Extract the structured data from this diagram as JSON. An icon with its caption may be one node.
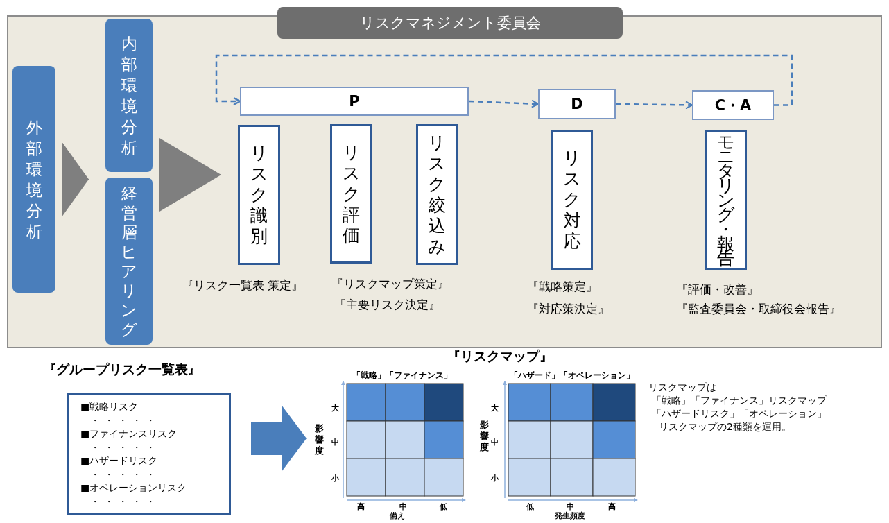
{
  "diagram": {
    "nodes": [
      {
        "text": [
          "リスクマネジメント委員会"
        ]
      },
      {
        "text": [
          "外部環境分析"
        ]
      },
      {
        "text": [
          "内部環境分析"
        ]
      },
      {
        "text": [
          "経営層ヒアリング"
        ]
      },
      {
        "text": [
          "P"
        ]
      },
      {
        "text": [
          "D"
        ]
      },
      {
        "text": [
          "C・A"
        ]
      },
      {
        "text": [
          "リスク識別"
        ]
      },
      {
        "text": [
          "リスク評価"
        ]
      },
      {
        "text": [
          "リスク絞込み"
        ]
      },
      {
        "text": [
          "リスク対応"
        ]
      },
      {
        "text": [
          "モニタリング・報告"
        ]
      },
      {
        "text": [
          "『グループリスク一覧表』",
          "■戦略リスク",
          "・・・・・",
          "■ファイナンスリスク",
          "・・・・・",
          "■ハザードリスク",
          "・・・・・",
          "■オペレーションリスク",
          "・・・・・"
        ]
      },
      {
        "text": [
          "「戦略」「ファイナンス」"
        ],
        "beside": [
          "大",
          "影響度",
          "中",
          "小",
          "高",
          "中",
          "低",
          "備え"
        ]
      },
      {
        "text": [
          "「ハザード」「オペレーション」"
        ],
        "beside": [
          "大",
          "影響度",
          "中",
          "小",
          "低",
          "中",
          "高",
          "発生頻度"
        ]
      }
    ],
    "edges": [
      {
        "from": 1,
        "to": 2,
        "arrow": "to",
        "color": "#7f7f7f"
      },
      {
        "from": 1,
        "to": 3,
        "arrow": "to",
        "color": "#7f7f7f"
      },
      {
        "from": 2,
        "to": 7,
        "arrow": "to",
        "color": "#7f7f7f"
      },
      {
        "from": 3,
        "to": 7,
        "arrow": "to",
        "color": "#7f7f7f"
      },
      {
        "from": 4,
        "to": 5,
        "arrow": "to",
        "style": "dashed"
      },
      {
        "from": 5,
        "to": 6,
        "arrow": "to",
        "style": "dashed"
      },
      {
        "from": 6,
        "to": 4,
        "arrow": "to",
        "style": "dashed"
      },
      {
        "from": 12,
        "to": 13,
        "arrow": "to",
        "style": "thick"
      }
    ],
    "labels": [
      "『リスク一覧表 策定』",
      "『リスクマップ策定』",
      "『主要リスク決定』",
      "『戦略策定』",
      "『対応策決定』",
      "『評価・改善』",
      "『監査委員会・取締役会報告』",
      "『リスクマップ』",
      "リスクマップは",
      "「戦略」「ファイナンス」リスクマップ",
      "「ハザードリスク」「オペレーション」",
      "リスクマップの2種類を運用。"
    ]
  }
}
